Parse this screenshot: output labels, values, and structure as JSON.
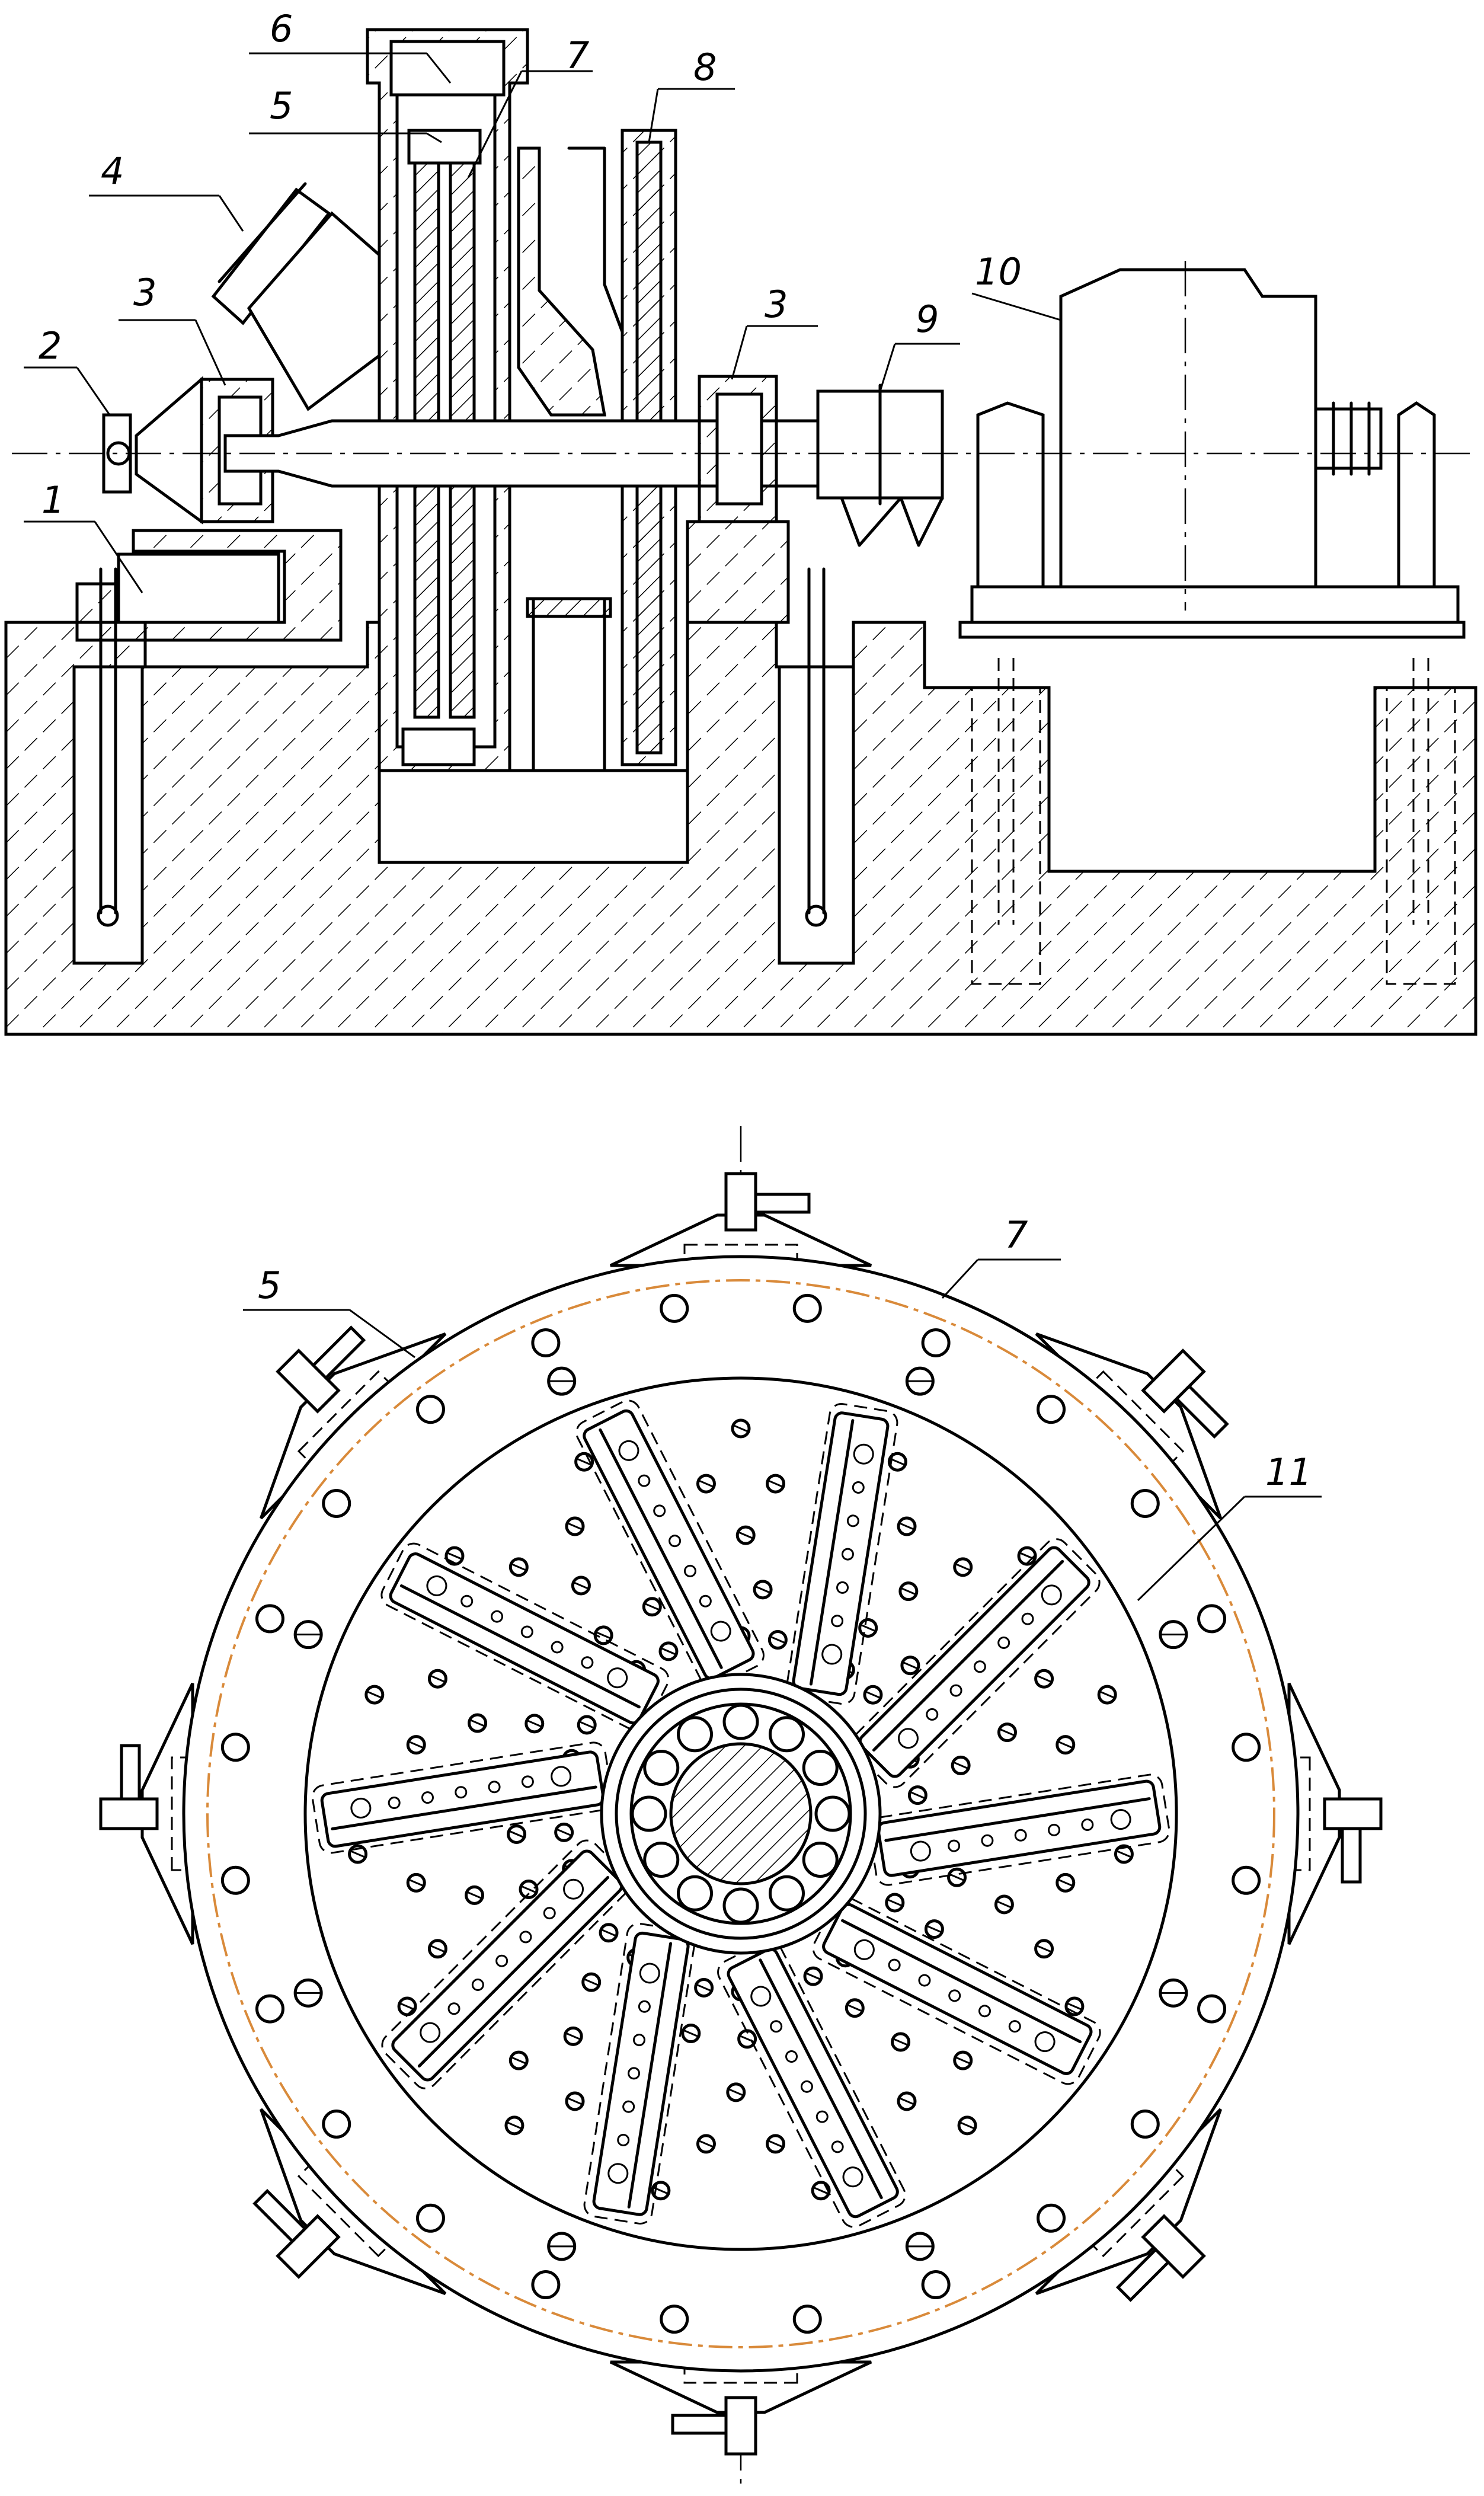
{
  "drawing": {
    "accent_color": "#d98a3a",
    "line_color": "#000000",
    "background": "#ffffff"
  },
  "side_view": {
    "callouts": [
      "6",
      "7",
      "5",
      "8",
      "4",
      "3",
      "10",
      "9",
      "2",
      "3",
      "1"
    ]
  },
  "front_view": {
    "callouts": [
      "7",
      "5",
      "11"
    ]
  }
}
